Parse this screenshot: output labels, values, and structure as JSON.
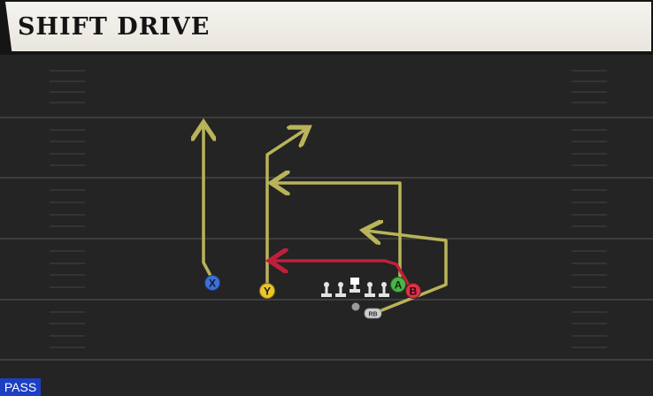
{
  "play": {
    "name": "SHIFT DRIVE",
    "type_badge": "PASS"
  },
  "players": {
    "X": {
      "label": "X",
      "color": "#3f6fd8"
    },
    "Y": {
      "label": "Y",
      "color": "#e8c62c"
    },
    "A": {
      "label": "A",
      "color": "#49b548"
    },
    "B": {
      "label": "B",
      "color": "#d9334a"
    },
    "RB": {
      "label": "RB",
      "color": "#cfcfcf"
    }
  },
  "colors": {
    "route_primary": "#b9b35a",
    "route_hot": "#c01f3a",
    "field": "#242424",
    "yard_line": "#3e3e3e"
  }
}
